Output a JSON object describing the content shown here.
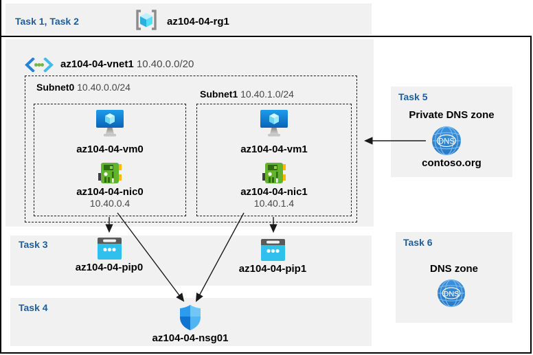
{
  "banner": {
    "tasks_label": "Task 1, Task 2",
    "rg_name": "az104-04-rg1"
  },
  "vnet": {
    "name": "az104-04-vnet1",
    "cidr": "10.40.0.0/20",
    "subnets": [
      {
        "name": "Subnet0",
        "cidr": "10.40.0.0/24",
        "vm": "az104-04-vm0",
        "nic": "az104-04-nic0",
        "ip": "10.40.0.4"
      },
      {
        "name": "Subnet1",
        "cidr": "10.40.1.0/24",
        "vm": "az104-04-vm1",
        "nic": "az104-04-nic1",
        "ip": "10.40.1.4"
      }
    ]
  },
  "task3": {
    "label": "Task 3",
    "pips": [
      "az104-04-pip0",
      "az104-04-pip1"
    ]
  },
  "task4": {
    "label": "Task 4",
    "nsg": "az104-04-nsg01"
  },
  "task5": {
    "label": "Task 5",
    "title": "Private DNS zone",
    "zone": "contoso.org"
  },
  "task6": {
    "label": "Task 6",
    "title": "DNS zone"
  },
  "icons": {
    "dns_text": "DNS",
    "names": [
      "resource-group-icon",
      "virtual-network-icon",
      "virtual-machine-icon",
      "network-interface-icon",
      "public-ip-icon",
      "nsg-shield-icon",
      "dns-globe-icon",
      "arrow-connector"
    ]
  },
  "colors": {
    "heading_blue": "#1F5C99",
    "panel_gray": "#F1F1F1",
    "frame_black": "#000000",
    "vm_blue": "#1287DE",
    "nic_green": "#64B32C",
    "pip_cyan": "#31C0EE",
    "dns_blue": "#2E86D4",
    "nsg_blue": "#0F74D0"
  }
}
